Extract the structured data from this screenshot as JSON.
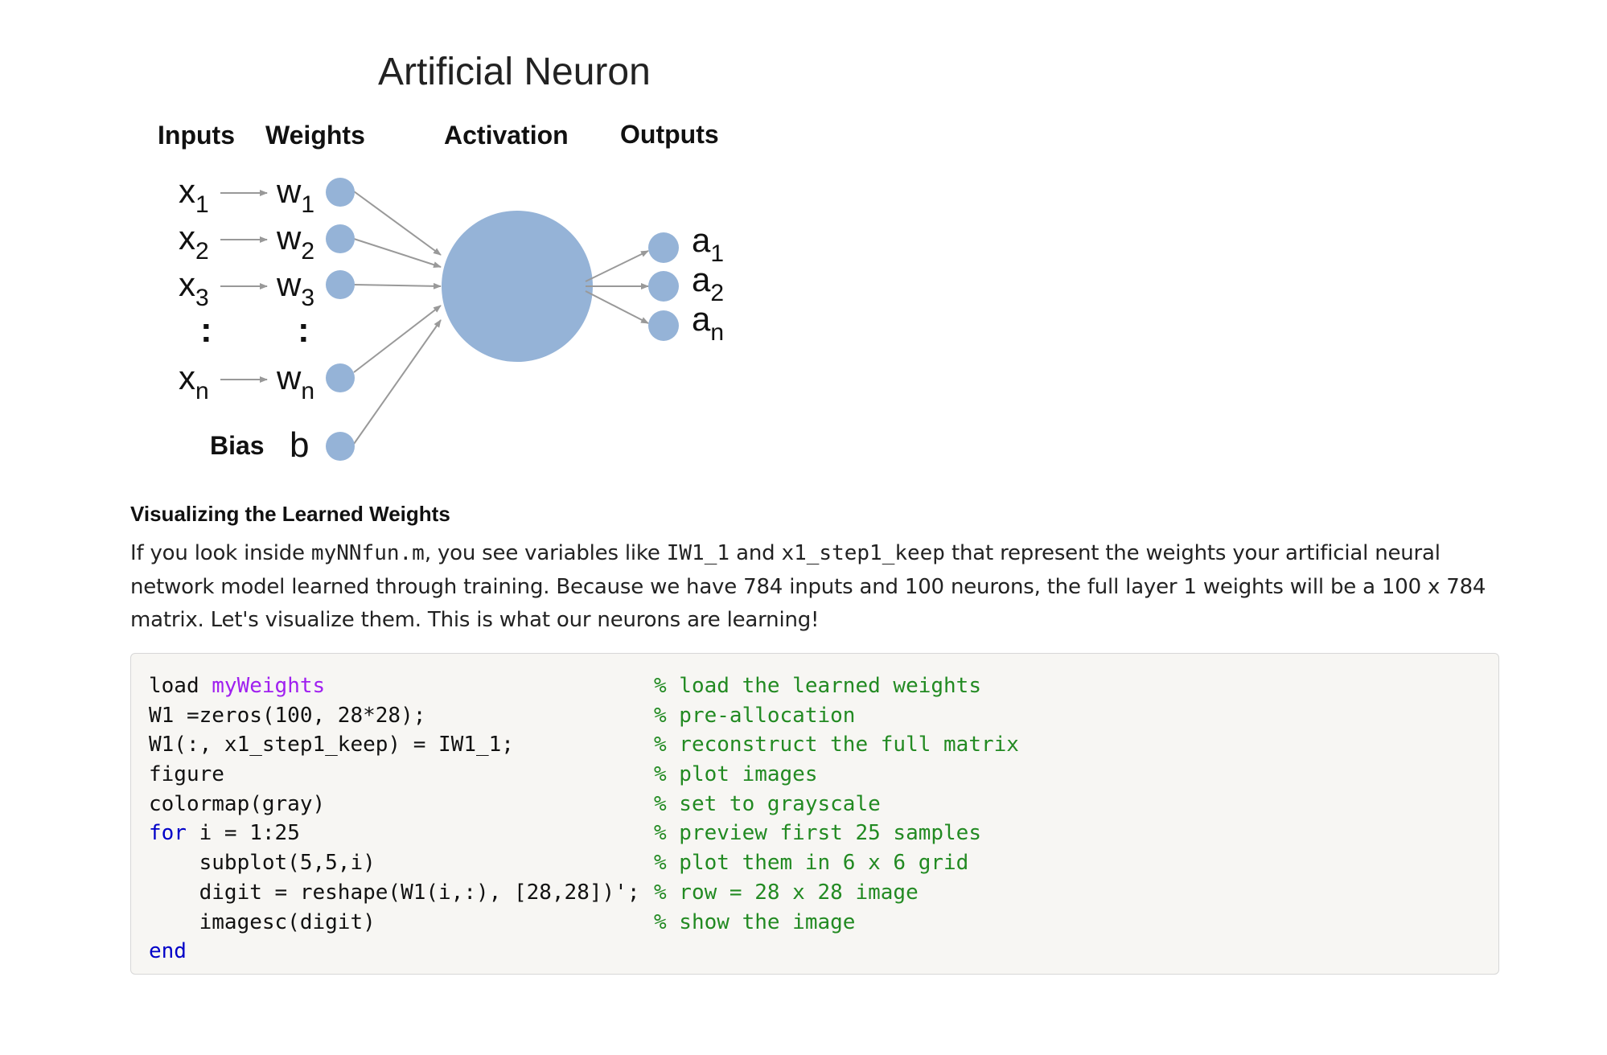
{
  "diagram": {
    "title": "Artificial Neuron",
    "headers": {
      "inputs": "Inputs",
      "weights": "Weights",
      "activation": "Activation",
      "outputs": "Outputs"
    },
    "rows": [
      {
        "x": "x",
        "x_sub": "1",
        "w": "w",
        "w_sub": "1"
      },
      {
        "x": "x",
        "x_sub": "2",
        "w": "w",
        "w_sub": "2"
      },
      {
        "x": "x",
        "x_sub": "3",
        "w": "w",
        "w_sub": "3"
      },
      {
        "x": "x",
        "x_sub": "n",
        "w": "w",
        "w_sub": "n"
      }
    ],
    "ellipsis": ":",
    "bias_label": "Bias",
    "bias_symbol": "b",
    "outputs": [
      {
        "a": "a",
        "sub": "1"
      },
      {
        "a": "a",
        "sub": "2"
      },
      {
        "a": "a",
        "sub": "n"
      }
    ],
    "node_color": "#95b3d7",
    "arrow_color": "#999999"
  },
  "section": {
    "heading": "Visualizing the Learned Weights",
    "p_text_1": "If you look inside ",
    "p_code_1": "myNNfun.m",
    "p_text_2": ", you see variables like ",
    "p_code_2": "IW1_1",
    "p_text_3": " and ",
    "p_code_3": "x1_step1_keep",
    "p_text_4": " that represent the weights your artificial neural network model learned through training. Because we have 784 inputs and 100 neurons, the full layer 1 weights will be a 100 x 784 matrix. Let's visualize them. This is what our neurons are learning!"
  },
  "code": {
    "lines": [
      {
        "code": "load ",
        "str": "myWeights",
        "comment": "% load the learned weights"
      },
      {
        "code": "W1 =zeros(100, 28*28);",
        "comment": "% pre-allocation"
      },
      {
        "code": "W1(:, x1_step1_keep) = IW1_1;",
        "comment": "% reconstruct the full matrix"
      },
      {
        "code": "figure",
        "comment": "% plot images"
      },
      {
        "code": "colormap(gray)",
        "comment": "% set to grayscale"
      },
      {
        "kw": "for",
        "code": " i = 1:25",
        "comment": "% preview first 25 samples"
      },
      {
        "code": "    subplot(5,5,i)",
        "comment": "% plot them in 6 x 6 grid"
      },
      {
        "code": "    digit = reshape(W1(i,:), [28,28])';",
        "comment": "% row = 28 x 28 image"
      },
      {
        "code": "    imagesc(digit)",
        "comment": "% show the image"
      },
      {
        "kw": "end",
        "code": "",
        "comment": ""
      }
    ],
    "colors": {
      "keyword": "#0000c8",
      "string": "#a020f0",
      "comment": "#228a22",
      "background": "#f7f6f3"
    }
  }
}
